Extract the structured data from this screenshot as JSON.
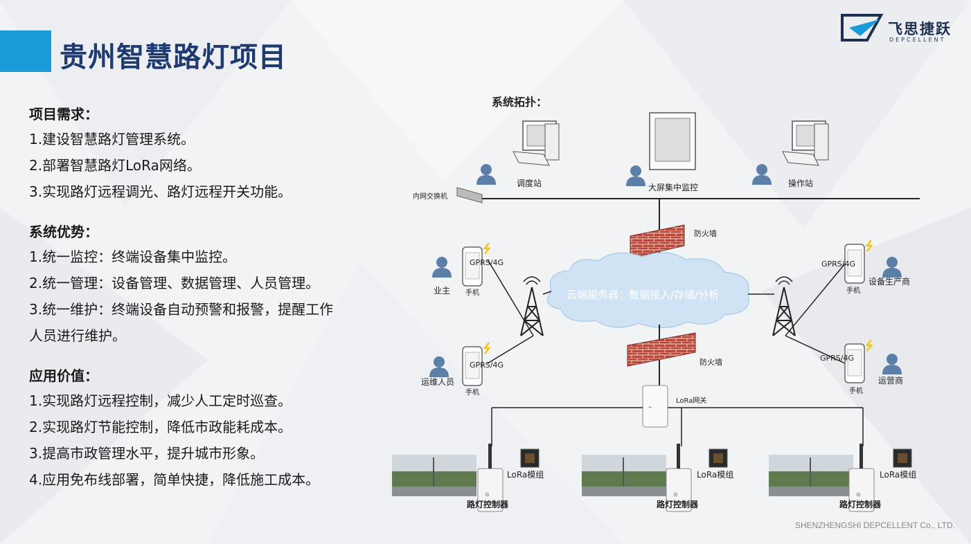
{
  "header": {
    "title": "贵州智慧路灯项目"
  },
  "logo": {
    "name_cn": "飞思捷跃",
    "name_en": "DEPCELLENT"
  },
  "sections": [
    {
      "heading": "项目需求：",
      "lines": [
        "1.建设智慧路灯管理系统。",
        "2.部署智慧路灯LoRa网络。",
        "3.实现路灯远程调光、路灯远程开关功能。"
      ]
    },
    {
      "heading": "系统优势：",
      "lines": [
        "1.统一监控：终端设备集中监控。",
        "2.统一管理：设备管理、数据管理、人员管理。",
        "3.统一维护：终端设备自动预警和报警，提醒工作",
        "人员进行维护。"
      ]
    },
    {
      "heading": "应用价值：",
      "lines": [
        "1.实现路灯远程控制，减少人工定时巡查。",
        "2.实现路灯节能控制，降低市政能耗成本。",
        "3.提高市政管理水平，提升城市形象。",
        "4.应用免布线部署，简单快捷，降低施工成本。"
      ]
    }
  ],
  "diagram": {
    "title": "系统拓扑：",
    "stations": {
      "dispatch": "调度站",
      "big_screen": "大屏集中监控",
      "operation": "操作站"
    },
    "switch": "内网交换机",
    "firewall": "防火墙",
    "cloud": "云端服务器：数据接入/存储/分析",
    "gprs": "GPRS/4G",
    "phone": "手机",
    "roles": {
      "owner": "业主",
      "maintenance": "运维人员",
      "manufacturer": "设备生产商",
      "carrier": "运营商"
    },
    "gateway": "LoRa网关",
    "lora_module": "LoRa模组",
    "controller": "路灯控制器"
  },
  "footer": {
    "company": "SHENZHENGSHI DEPCELLENT Co., LTD."
  },
  "colors": {
    "accent": "#1a9ad6",
    "title": "#1f3a6e",
    "firewall": "#b84a3c",
    "cloud": "#cfe3f5"
  }
}
